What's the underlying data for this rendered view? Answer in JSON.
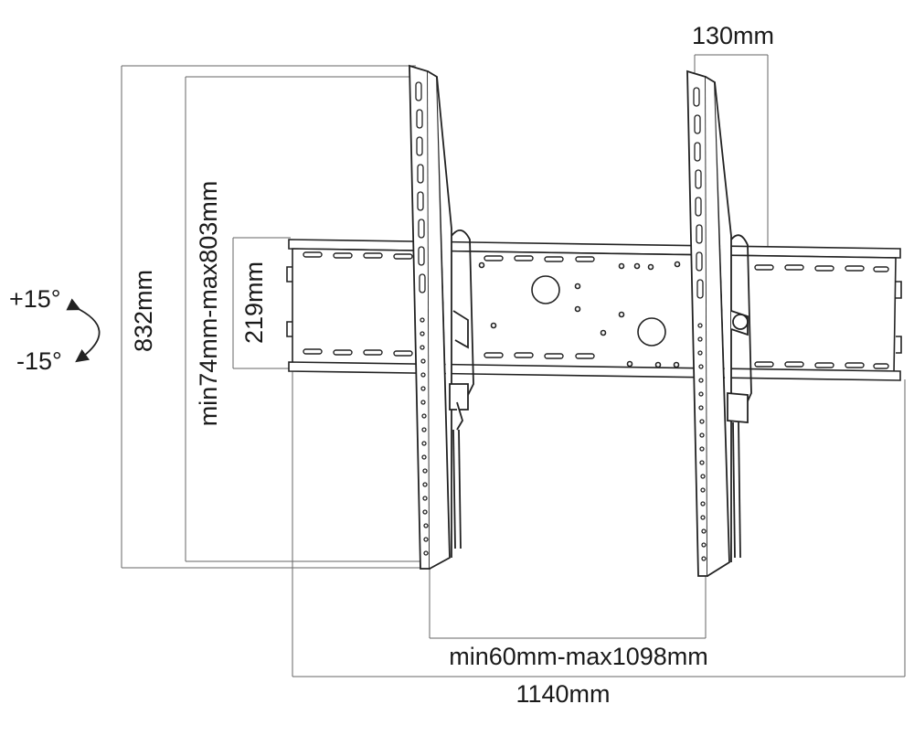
{
  "dimensions": {
    "depth": "130mm",
    "total_height": "832mm",
    "vertical_spacing": "min74mm-max803mm",
    "wall_plate_height": "219mm",
    "horizontal_spacing": "min60mm-max1098mm",
    "total_width": "1140mm"
  },
  "tilt": {
    "up": "+15°",
    "down": "-15°"
  },
  "colors": {
    "line": "#222222",
    "dimension_line": "#666666",
    "background": "#ffffff"
  }
}
